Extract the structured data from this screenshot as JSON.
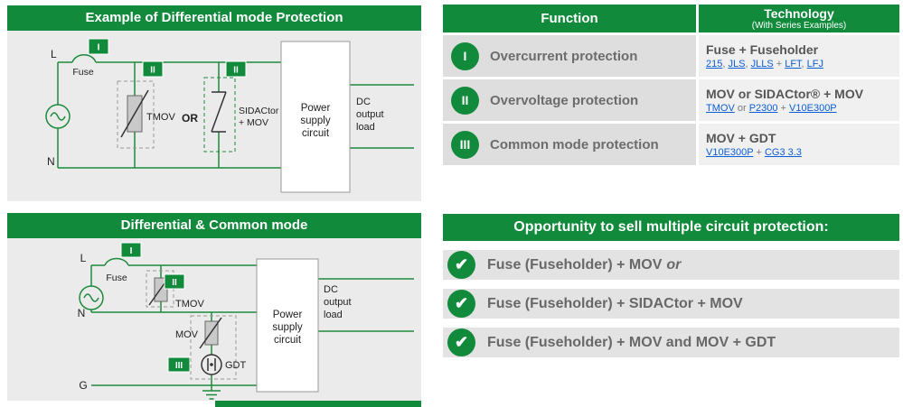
{
  "diagram_differential": {
    "title": "Example of Differential mode Protection",
    "line_l": "L",
    "line_n": "N",
    "fuse_label": "Fuse",
    "badge_fuse": "I",
    "badge_tmov": "II",
    "badge_sidactor": "II",
    "tmov_label": "TMOV",
    "or_label": "OR",
    "sidactor_line1": "SIDACtor",
    "sidactor_line2": "+ MOV",
    "psu_line1": "Power",
    "psu_line2": "supply",
    "psu_line3": "circuit",
    "dc_line1": "DC",
    "dc_line2": "output",
    "dc_line3": "load"
  },
  "diagram_common": {
    "title": "Differential & Common mode",
    "line_l": "L",
    "line_n": "N",
    "line_g": "G",
    "fuse_label": "Fuse",
    "badge_fuse": "I",
    "badge_tmov": "II",
    "badge_gdt": "III",
    "tmov_label": "TMOV",
    "mov_label": "MOV",
    "gdt_label": "GDT",
    "psu_line1": "Power",
    "psu_line2": "supply",
    "psu_line3": "circuit",
    "dc_line1": "DC",
    "dc_line2": "output",
    "dc_line3": "load"
  },
  "table": {
    "header": {
      "function": "Function",
      "technology": "Technology",
      "technology_sub": "(With Series Examples)"
    },
    "rows": [
      {
        "badge": "I",
        "function": "Overcurrent protection",
        "tech": "Fuse + Fuseholder",
        "links": {
          "l1": "215",
          "s1": ", ",
          "l2": "JLS",
          "s2": ", ",
          "l3": "JLLS",
          "s3": " + ",
          "l4": "LFT",
          "s4": ", ",
          "l5": "LFJ"
        }
      },
      {
        "badge": "II",
        "function": "Overvoltage protection",
        "tech": "MOV or SIDACtor® + MOV",
        "links": {
          "l1": "TMOV",
          "s1": " or ",
          "l2": "P2300",
          "s2": " + ",
          "l3": "V10E300P"
        }
      },
      {
        "badge": "III",
        "function": "Common mode protection",
        "tech": "MOV + GDT",
        "links": {
          "l1": "V10E300P",
          "s1": " + ",
          "l2": "CG3 3.3"
        }
      }
    ]
  },
  "opportunity": {
    "title": "Opportunity to sell multiple circuit protection:",
    "check": "✔",
    "items": [
      {
        "text": "Fuse (Fuseholder) + MOV",
        "suffix": "or"
      },
      {
        "text": "Fuse (Fuseholder) + SIDACtor + MOV",
        "suffix": ""
      },
      {
        "text": "Fuse (Fuseholder) + MOV and MOV + GDT",
        "suffix": ""
      }
    ]
  }
}
